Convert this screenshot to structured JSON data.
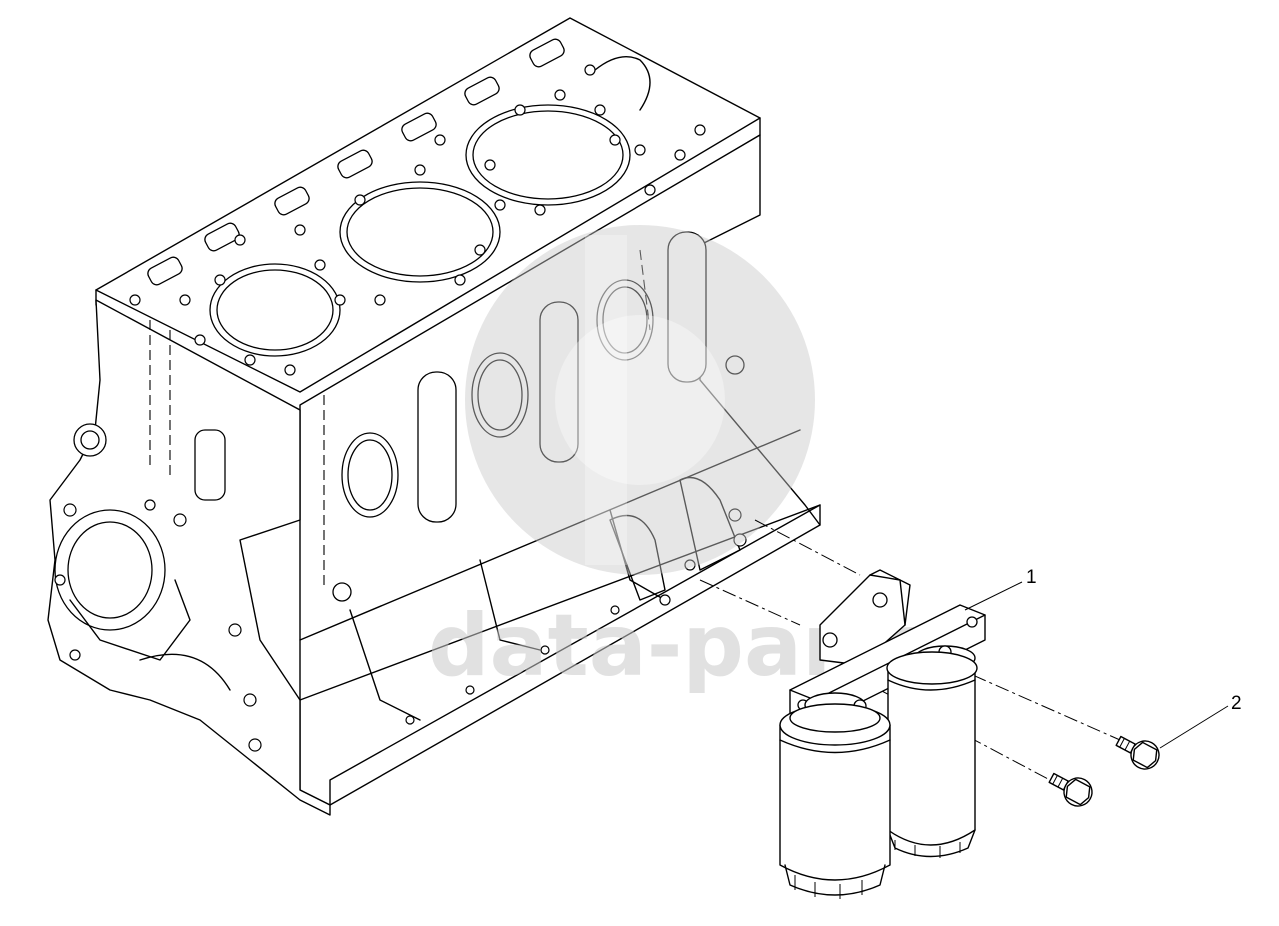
{
  "callouts": [
    {
      "id": "1",
      "label": "1"
    },
    {
      "id": "2",
      "label": "2"
    }
  ],
  "watermark": {
    "text": "data-parts",
    "color": "#c8c8c8"
  },
  "parts": {
    "engine_block": {
      "icon": "engine-block-icon"
    },
    "filter_head": {
      "icon": "filter-head-icon"
    },
    "filter_cartridges": {
      "icon": "filter-cartridge-icon"
    },
    "bolts": {
      "icon": "flange-bolt-icon"
    }
  }
}
